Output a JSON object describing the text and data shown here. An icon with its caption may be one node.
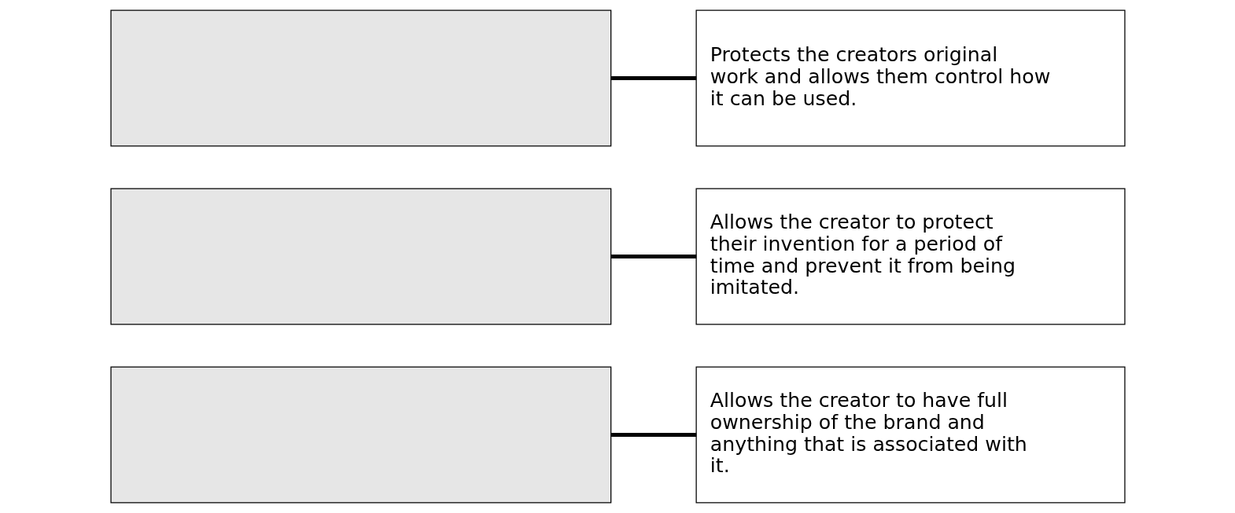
{
  "diagram": {
    "nodes": [
      {
        "text": [],
        "shape": "box"
      },
      {
        "text": [
          "Protects the creators original work and allows them control how it can be used."
        ]
      },
      {
        "text": [],
        "shape": "box"
      },
      {
        "text": [
          "Allows the creator to protect their invention for a period of time and prevent it from being imitated."
        ]
      },
      {
        "text": [],
        "shape": "box"
      },
      {
        "text": [
          "Allows the creator to have full ownership of the brand and anything that is associated with it."
        ]
      }
    ],
    "edges": [
      {
        "from": 0,
        "to": 1,
        "arrow": "none"
      },
      {
        "from": 2,
        "to": 3,
        "arrow": "none"
      },
      {
        "from": 4,
        "to": 5,
        "arrow": "none"
      }
    ]
  }
}
